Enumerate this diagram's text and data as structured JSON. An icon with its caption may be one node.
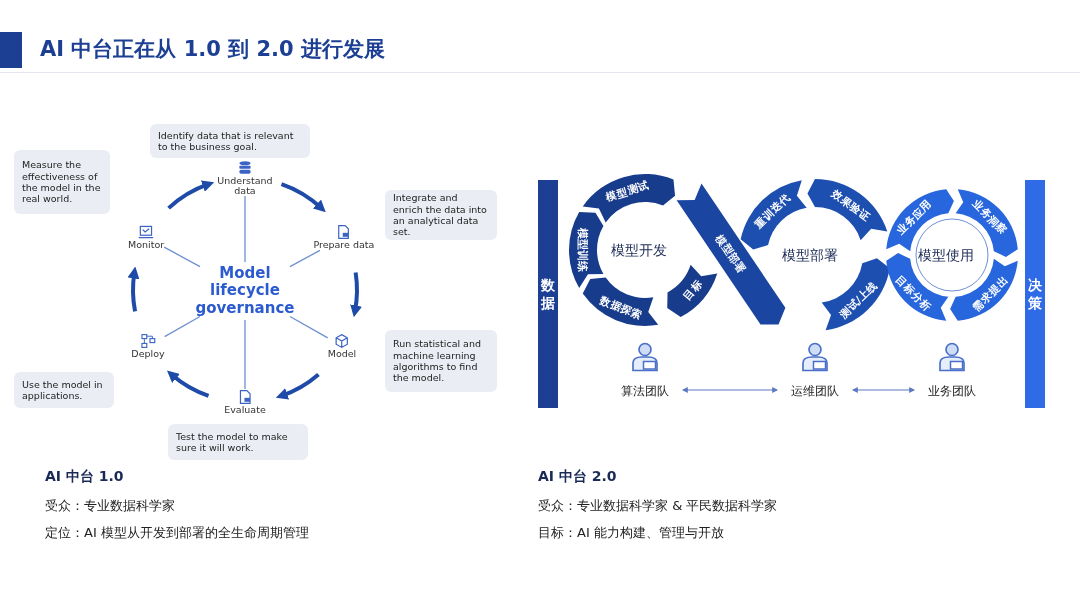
{
  "diagram": {
    "title": "AI 中台正在从 1.0 到 2.0 进行发展",
    "nodes": [
      {
        "text": [
          "Model lifecycle governance"
        ]
      },
      {
        "text": [
          "Understand data"
        ]
      },
      {
        "text": [
          "Prepare data"
        ]
      },
      {
        "text": [
          "Model"
        ]
      },
      {
        "text": [
          "Evaluate"
        ]
      },
      {
        "text": [
          "Deploy"
        ]
      },
      {
        "text": [
          "Monitor"
        ]
      },
      {
        "text": [
          "Identify data that is relevant to the business goal."
        ]
      },
      {
        "text": [
          "Integrate and enrich the data into an analytical data set."
        ]
      },
      {
        "text": [
          "Run statistical and machine learning algorithms to find the model."
        ]
      },
      {
        "text": [
          "Test the model to make sure it will work."
        ]
      },
      {
        "text": [
          "Use the model in applications."
        ]
      },
      {
        "text": [
          "Measure the effectiveness of the model in the real world."
        ]
      },
      {
        "text": [
          "数据"
        ]
      },
      {
        "text": [
          "决策"
        ]
      },
      {
        "text": [
          "模型测试"
        ]
      },
      {
        "text": [
          "模型训练"
        ]
      },
      {
        "text": [
          "数据探索"
        ]
      },
      {
        "text": [
          "目标"
        ]
      },
      {
        "text": [
          "模型部署"
        ]
      },
      {
        "text": [
          "重训迭代"
        ]
      },
      {
        "text": [
          "效果验证"
        ]
      },
      {
        "text": [
          "测试/上线"
        ]
      },
      {
        "text": [
          "业务应用"
        ]
      },
      {
        "text": [
          "业务洞察"
        ]
      },
      {
        "text": [
          "需求提出"
        ]
      },
      {
        "text": [
          "目标分析"
        ]
      },
      {
        "text": [
          "算法团队"
        ]
      },
      {
        "text": [
          "运维团队"
        ]
      },
      {
        "text": [
          "业务团队"
        ]
      }
    ],
    "edges": [
      {
        "from": 1,
        "to": 2,
        "arrow": "to",
        "style": "thick"
      },
      {
        "from": 2,
        "to": 3,
        "arrow": "to",
        "style": "thick"
      },
      {
        "from": 3,
        "to": 4,
        "arrow": "to",
        "style": "thick"
      },
      {
        "from": 4,
        "to": 5,
        "arrow": "to",
        "style": "thick"
      },
      {
        "from": 5,
        "to": 6,
        "arrow": "to",
        "style": "thick"
      },
      {
        "from": 6,
        "to": 1,
        "arrow": "to",
        "style": "thick"
      },
      {
        "from": 0,
        "to": 1,
        "arrow": "none"
      },
      {
        "from": 0,
        "to": 2,
        "arrow": "none"
      },
      {
        "from": 0,
        "to": 3,
        "arrow": "none"
      },
      {
        "from": 0,
        "to": 4,
        "arrow": "none"
      },
      {
        "from": 0,
        "to": 5,
        "arrow": "none"
      },
      {
        "from": 0,
        "to": 6,
        "arrow": "none"
      },
      {
        "from": 27,
        "to": 28,
        "arrow": "both"
      },
      {
        "from": 28,
        "to": 29,
        "arrow": "both"
      }
    ],
    "labels": [
      "模型开发",
      "模型部署",
      "模型使用",
      "AI 中台 1.0",
      "受众：专业数据科学家",
      "定位：AI 模型从开发到部署的全生命周期管理",
      "AI 中台 2.0",
      "受众：专业数据科学家 & 平民数据科学家",
      "目标：AI 能力构建、管理与开放"
    ]
  }
}
